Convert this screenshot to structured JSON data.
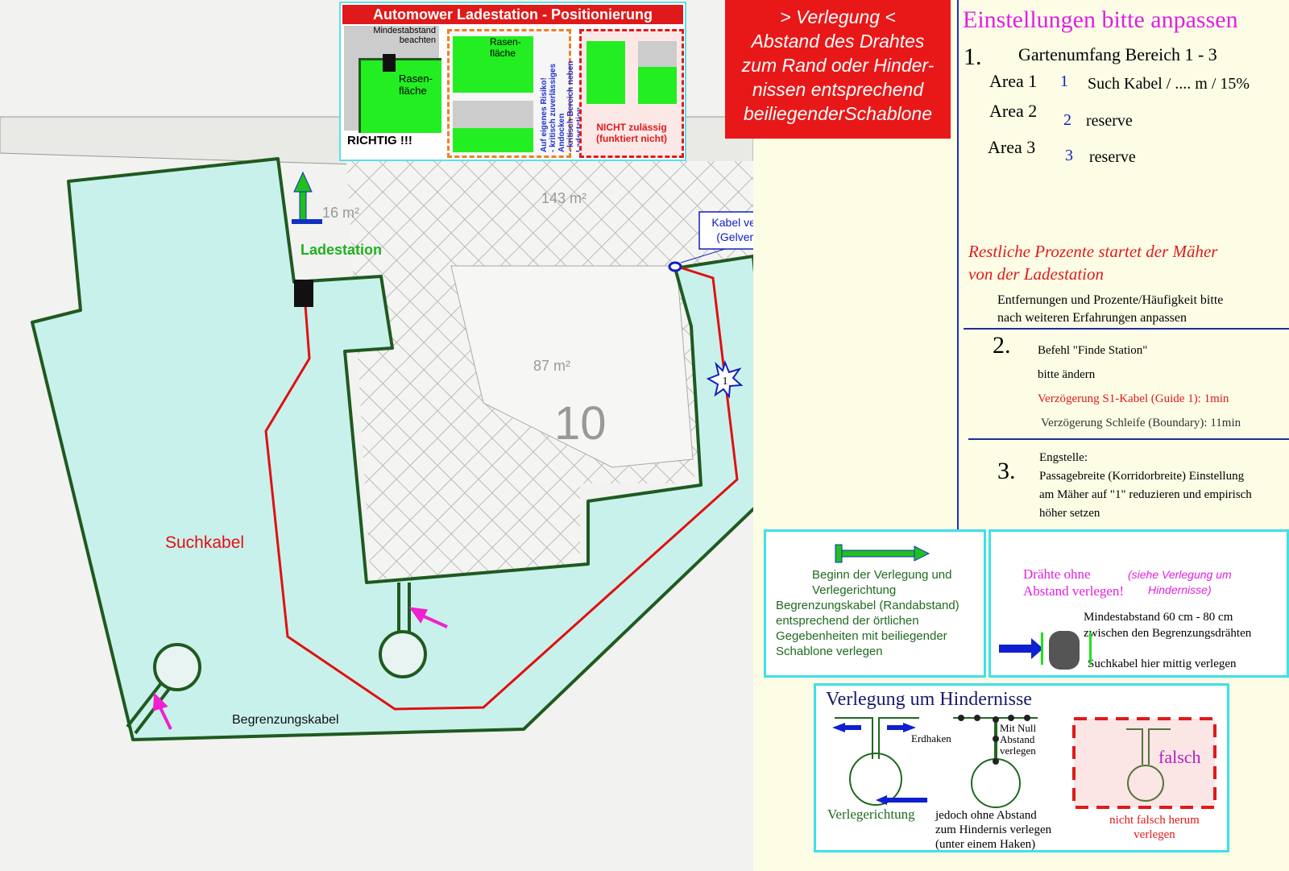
{
  "map": {
    "area_labels": [
      "16 m²",
      "143 m²",
      "87 m²",
      "10"
    ],
    "station_label": "Ladestation",
    "connect_label_1": "Kabel verbinden",
    "connect_label_2": "(Gelverbinder)",
    "guide_label": "Suchkabel",
    "boundary_label": "Begrenzungskabel",
    "star_1": "1"
  },
  "positioning": {
    "title": "Automower Ladestation - Positionierung",
    "min_distance_1": "Mindestabstand",
    "min_distance_2": "beachten",
    "lawn_1": "Rasen-",
    "lawn_2": "fläche",
    "correct": "RICHTIG !!!",
    "risk_1": "Auf eigenes Risiko!",
    "risk_2": "- kritisch zuverlässiges Andocken",
    "risk_3": "- kritisch Bereich neben Ladestation",
    "not_allowed_1": "NICHT zulässig",
    "not_allowed_2": "(funktiert nicht)"
  },
  "laying_note": {
    "lines": [
      "> Verlegung <",
      "Abstand des Drahtes",
      "zum Rand oder Hinder-",
      "nissen entsprechend",
      "beiliegenderSchablone"
    ]
  },
  "settings": {
    "title": "Einstellungen bitte anpassen",
    "s1_num": "1.",
    "s1_title": "Gartenumfang Bereich 1 - 3",
    "areas": [
      {
        "label": "Area 1",
        "star": "1",
        "text": "Such Kabel / .... m / 15%"
      },
      {
        "label": "Area 2",
        "star": "2",
        "text": "reserve"
      },
      {
        "label": "Area 3",
        "star": "3",
        "text": "reserve"
      }
    ],
    "remaining_1": "Restliche Prozente  startet der Mäher",
    "remaining_2": "von der Ladestation",
    "adjust_1": "Entfernungen und Prozente/Häufigkeit bitte",
    "adjust_2": "nach weiteren Erfahrungen anpassen",
    "s2_num": "2.",
    "s2_lines": [
      "Befehl \"Finde Station\"",
      "bitte ändern",
      "Verzögerung S1-Kabel (Guide 1): 1min",
      "Verzögerung Schleife (Boundary): 11min"
    ],
    "s3_num": "3.",
    "s3_lines": [
      "Engstelle:",
      "Passagebreite (Korridorbreite) Einstellung",
      "am Mäher auf \"1\" reduzieren und empirisch",
      "höher setzen"
    ]
  },
  "start_box": {
    "lines": [
      "Beginn der Verlegung und",
      "Verlegerichtung",
      "Begrenzungskabel (Randabstand)",
      "entsprechend der örtlichen",
      "Gegebenheiten mit beiliegender",
      "Schablone verlegen"
    ]
  },
  "wires_box": {
    "no_gap_1": "Drähte ohne",
    "no_gap_2": "Abstand verlegen!",
    "see_1": "(siehe Verlegung um",
    "see_2": "Hindernisse)",
    "min_1": "Mindestabstand 60 cm - 80 cm",
    "min_2": "zwischen den Begrenzungsdrähten",
    "middle": "Suchkabel hier mittig verlegen"
  },
  "obstacles": {
    "title": "Verlegung um Hindernisse",
    "direction": "Verlegerichtung",
    "hooks": "Erdhaken",
    "zero_1": "Mit Null",
    "zero_2": "Abstand",
    "zero_3": "verlegen",
    "without_1": "jedoch ohne Abstand",
    "without_2": "zum Hindernis verlegen",
    "without_3": "(unter einem Haken)",
    "wrong": "falsch",
    "wrong_dir_1": "nicht falsch herum",
    "wrong_dir_2": "verlegen"
  }
}
